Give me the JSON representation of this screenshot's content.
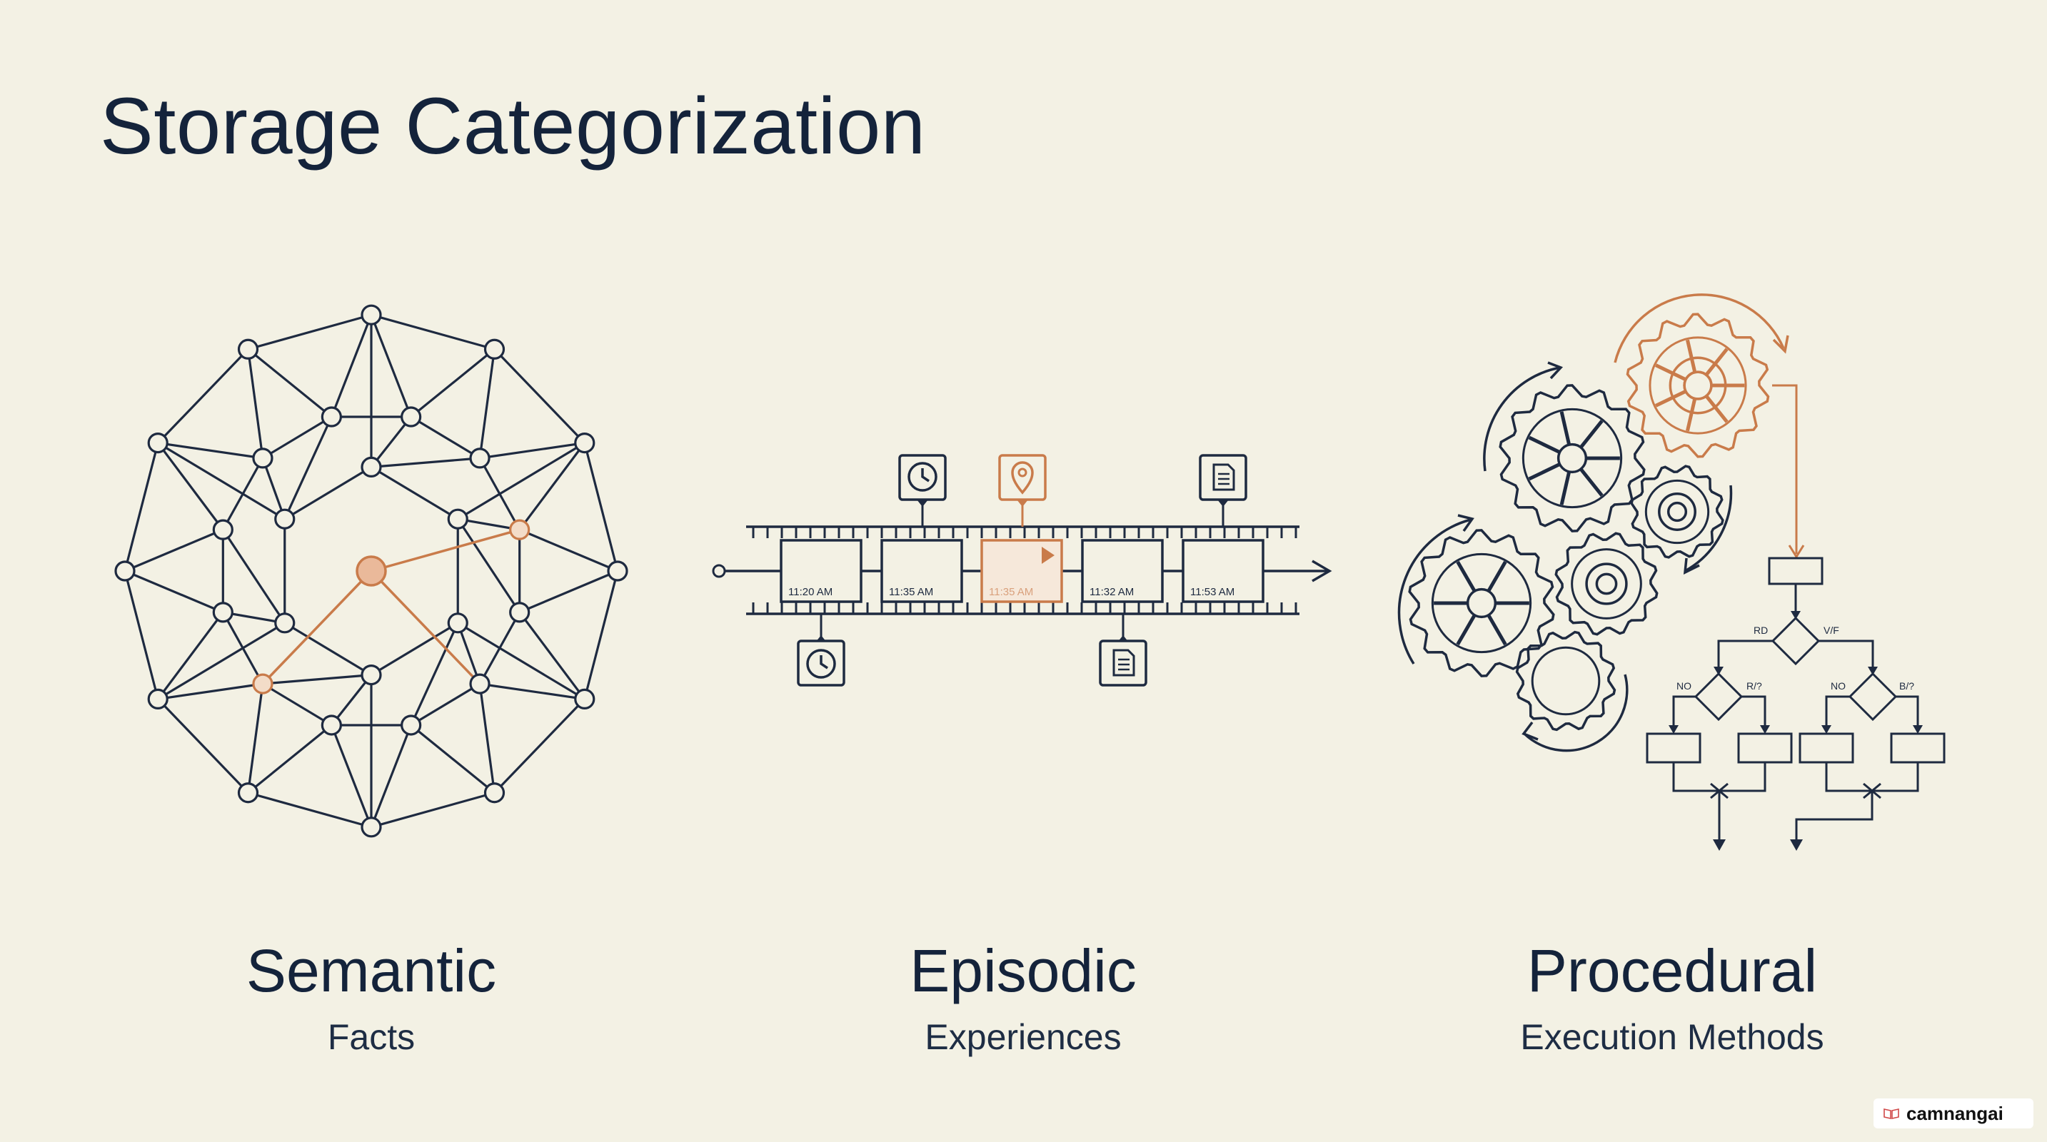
{
  "title": "Storage Categorization",
  "colors": {
    "ink": "#14233b",
    "accent": "#c97b4a",
    "background": "#f3f1e4"
  },
  "categories": [
    {
      "name": "Semantic",
      "subtitle": "Facts",
      "icon": "knowledge-network-icon"
    },
    {
      "name": "Episodic",
      "subtitle": "Experiences",
      "icon": "film-timeline-icon"
    },
    {
      "name": "Procedural",
      "subtitle": "Execution Methods",
      "icon": "gears-flowchart-icon"
    }
  ],
  "timeline": {
    "frames": [
      "11:20 AM",
      "11:35 AM",
      "11:35 AM",
      "11:32 AM",
      "11:53 AM"
    ],
    "markers_above": [
      "clock-icon",
      "location-pin-icon",
      "document-icon"
    ],
    "markers_below": [
      "clock-icon",
      "document-icon"
    ]
  },
  "flowchart": {
    "branch_labels": [
      "RD",
      "V/F",
      "NO",
      "R/?",
      "NO",
      "B/?"
    ]
  },
  "watermark": {
    "text": "camnangai",
    "icon": "book-icon"
  }
}
